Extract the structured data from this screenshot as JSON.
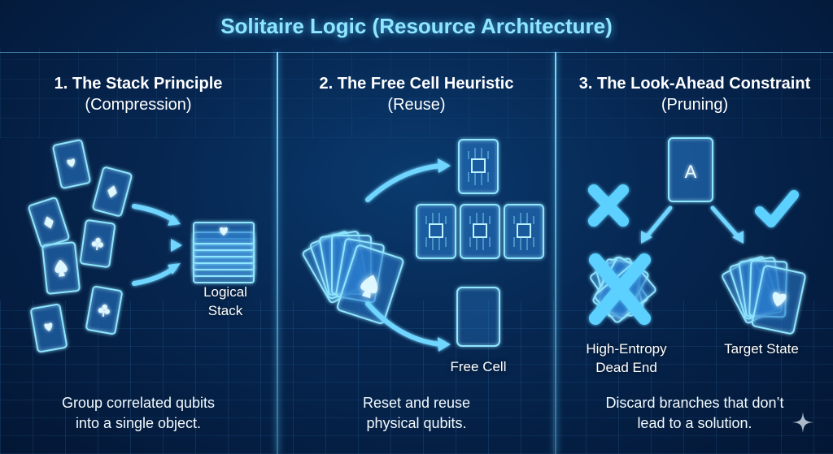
{
  "header": {
    "title": "Solitaire Logic (Resource Architecture)"
  },
  "panels": [
    {
      "heading": "1. The Stack Principle",
      "subheading": "(Compression)",
      "stack_label_line1": "Logical",
      "stack_label_line2": "Stack",
      "caption_line1": "Group correlated qubits",
      "caption_line2": "into a single object."
    },
    {
      "heading": "2. The Free Cell Heuristic",
      "subheading": "(Reuse)",
      "free_cell_label": "Free Cell",
      "caption_line1": "Reset and reuse",
      "caption_line2": "physical qubits."
    },
    {
      "heading": "3. The Look-Ahead Constraint",
      "subheading": "(Pruning)",
      "ace_letter": "A",
      "dead_end_line1": "High-Entropy",
      "dead_end_line2": "Dead End",
      "target_label": "Target State",
      "caption_line1": "Discard branches that don’t",
      "caption_line2": "lead to a solution."
    }
  ],
  "colors": {
    "accent": "#8fe6ff",
    "background": "#062650",
    "glow": "#55c8ff"
  },
  "icons": [
    "heart-icon",
    "diamond-icon",
    "club-icon",
    "spade-icon",
    "arrow-icon",
    "chip-icon",
    "cross-icon",
    "check-icon",
    "sparkle-icon"
  ]
}
